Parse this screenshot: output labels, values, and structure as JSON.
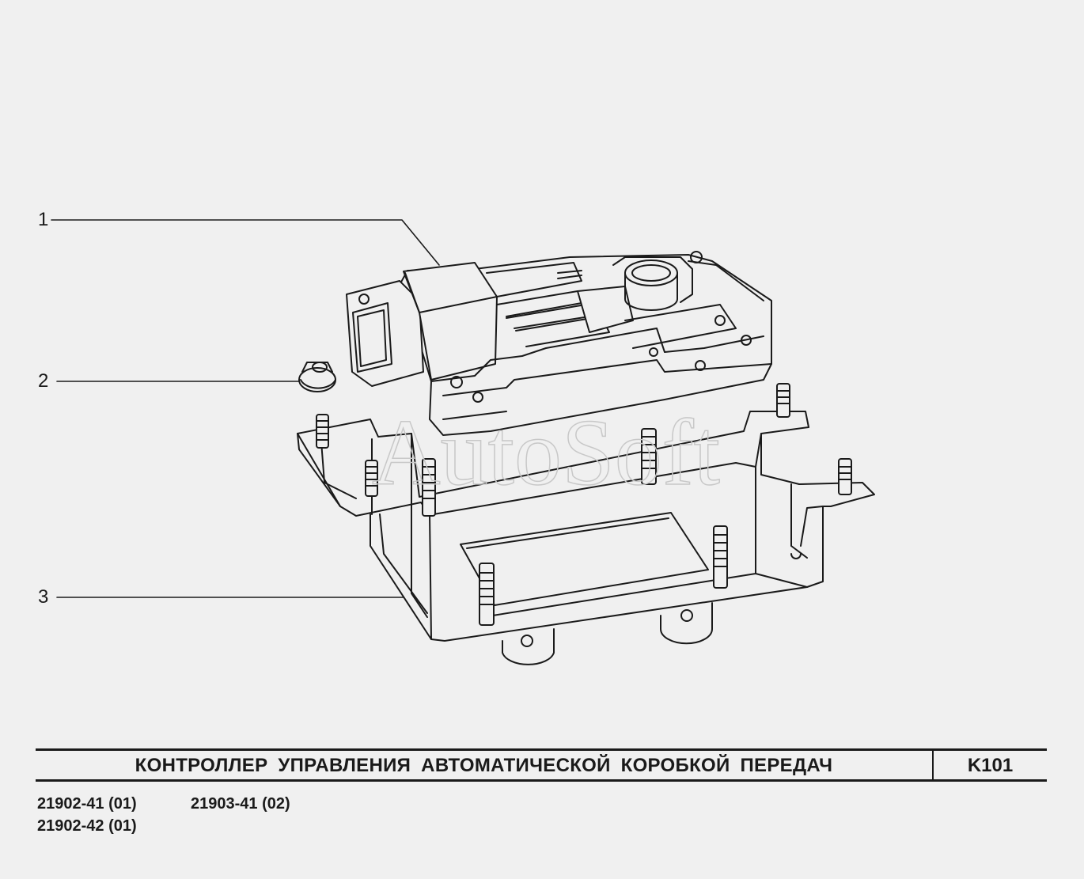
{
  "callouts": [
    {
      "number": "1",
      "part": "controller"
    },
    {
      "number": "2",
      "part": "nut"
    },
    {
      "number": "3",
      "part": "bracket"
    }
  ],
  "watermark": "AutoSoft",
  "title": "КОНТРОЛЛЕР  УПРАВЛЕНИЯ АВТОМАТИЧЕСКОЙ КОРОБКОЙ ПЕРЕДАЧ",
  "code": "K101",
  "variants": [
    {
      "model": "21902-41",
      "version": "(01)"
    },
    {
      "model": "21903-41",
      "version": "(02)"
    },
    {
      "model": "21902-42",
      "version": "(01)"
    }
  ],
  "colors": {
    "background": "#f0f0f0",
    "line": "#1a1a1a",
    "watermark": "#c8c8c8"
  }
}
